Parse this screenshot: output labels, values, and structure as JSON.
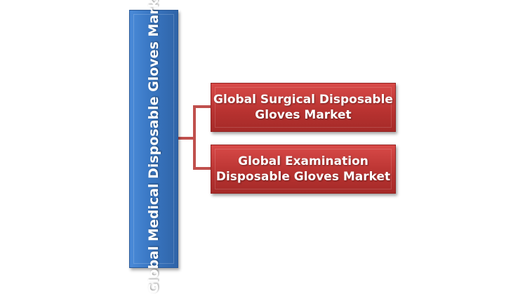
{
  "root": {
    "label": "Global Medical Disposable Gloves Market"
  },
  "children": [
    {
      "label": "Global Surgical Disposable Gloves Market"
    },
    {
      "label": "Global Examination Disposable Gloves Market"
    }
  ],
  "colors": {
    "root": "#3a78c4",
    "child": "#b73230",
    "connector": "#c0504d"
  }
}
